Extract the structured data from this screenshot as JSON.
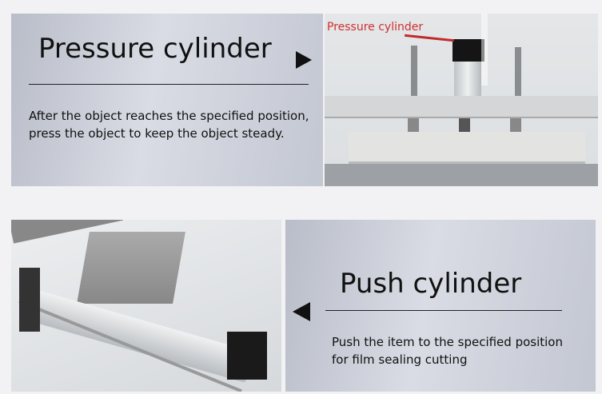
{
  "pressure": {
    "title": "Pressure cylinder",
    "description_line1": "After the object reaches the specified position,",
    "description_line2": " press the object to keep the object steady.",
    "photo_label": "Pressure cylinder",
    "label_color": "#d0302f"
  },
  "push": {
    "title": "Push cylinder",
    "description_line1": "Push the item to the specified position",
    "description_line2": "for film sealing cutting"
  }
}
